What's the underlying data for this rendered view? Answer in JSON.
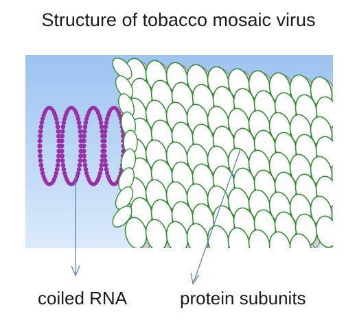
{
  "title": "Structure of tobacco mosaic virus",
  "labels": {
    "rna": "coiled RNA",
    "protein": "protein subunits"
  },
  "colors": {
    "background_top": "#9cc3f0",
    "background_bottom": "#dbeafb",
    "rna": "#9b2fa8",
    "subunit_outline": "#2f8f2f",
    "subunit_fill": "#ffffff",
    "subunit_shadow": "#cfcfcf",
    "pointer": "#5b7fb8"
  }
}
